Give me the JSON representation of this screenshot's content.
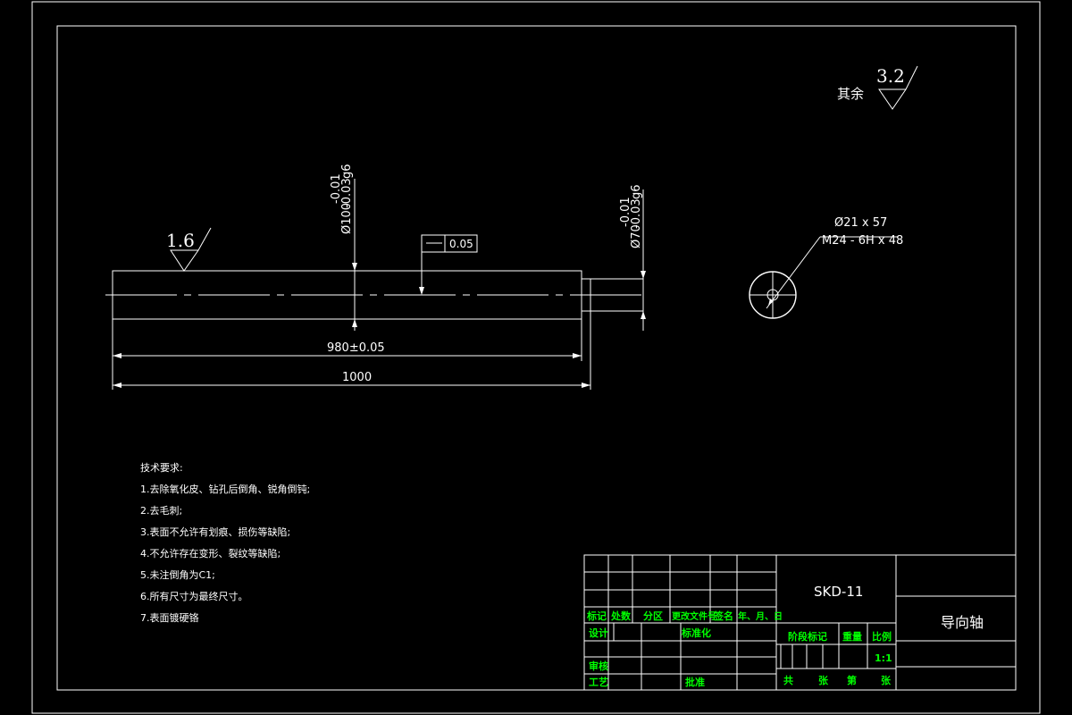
{
  "roughness_default": {
    "label": "其余",
    "value": "3.2"
  },
  "roughness_shaft": {
    "value": "1.6"
  },
  "dimensions": {
    "main_diameter": "Ø100",
    "main_tol_upper": "-0.01",
    "main_tol_lower": "-0.03",
    "main_fit": "g6",
    "end_diameter": "Ø70",
    "end_tol_upper": "-0.01",
    "end_tol_lower": "-0.03",
    "end_fit": "g6",
    "straightness": "0.05",
    "inner_length": "980±0.05",
    "total_length": "1000"
  },
  "hole_callout": {
    "line1": "Ø21 x 57",
    "line2": "M24 - 6H x 48"
  },
  "tech_requirements": {
    "title": "技术要求:",
    "items": [
      "1.去除氧化皮、钻孔后倒角、锐角倒钝;",
      "2.去毛刺;",
      "3.表面不允许有划痕、损伤等缺陷;",
      "4.不允许存在变形、裂纹等缺陷;",
      "5.未注倒角为C1;",
      "6.所有尺寸为最终尺寸。",
      "7.表面镀硬铬"
    ]
  },
  "title_block": {
    "material": "SKD-11",
    "part_name": "导向轴",
    "rev_headers": [
      "标记",
      "处数",
      "分区",
      "更改文件号",
      "签名",
      "年、月、日"
    ],
    "design": "设计",
    "standardize": "标准化",
    "review": "审核",
    "process": "工艺",
    "approve": "批准",
    "stage_mark": "阶段标记",
    "weight": "重量",
    "scale": "比例",
    "scale_value": "1:1",
    "total": "共",
    "sheets": "张",
    "page": "第",
    "sheet2": "张"
  }
}
